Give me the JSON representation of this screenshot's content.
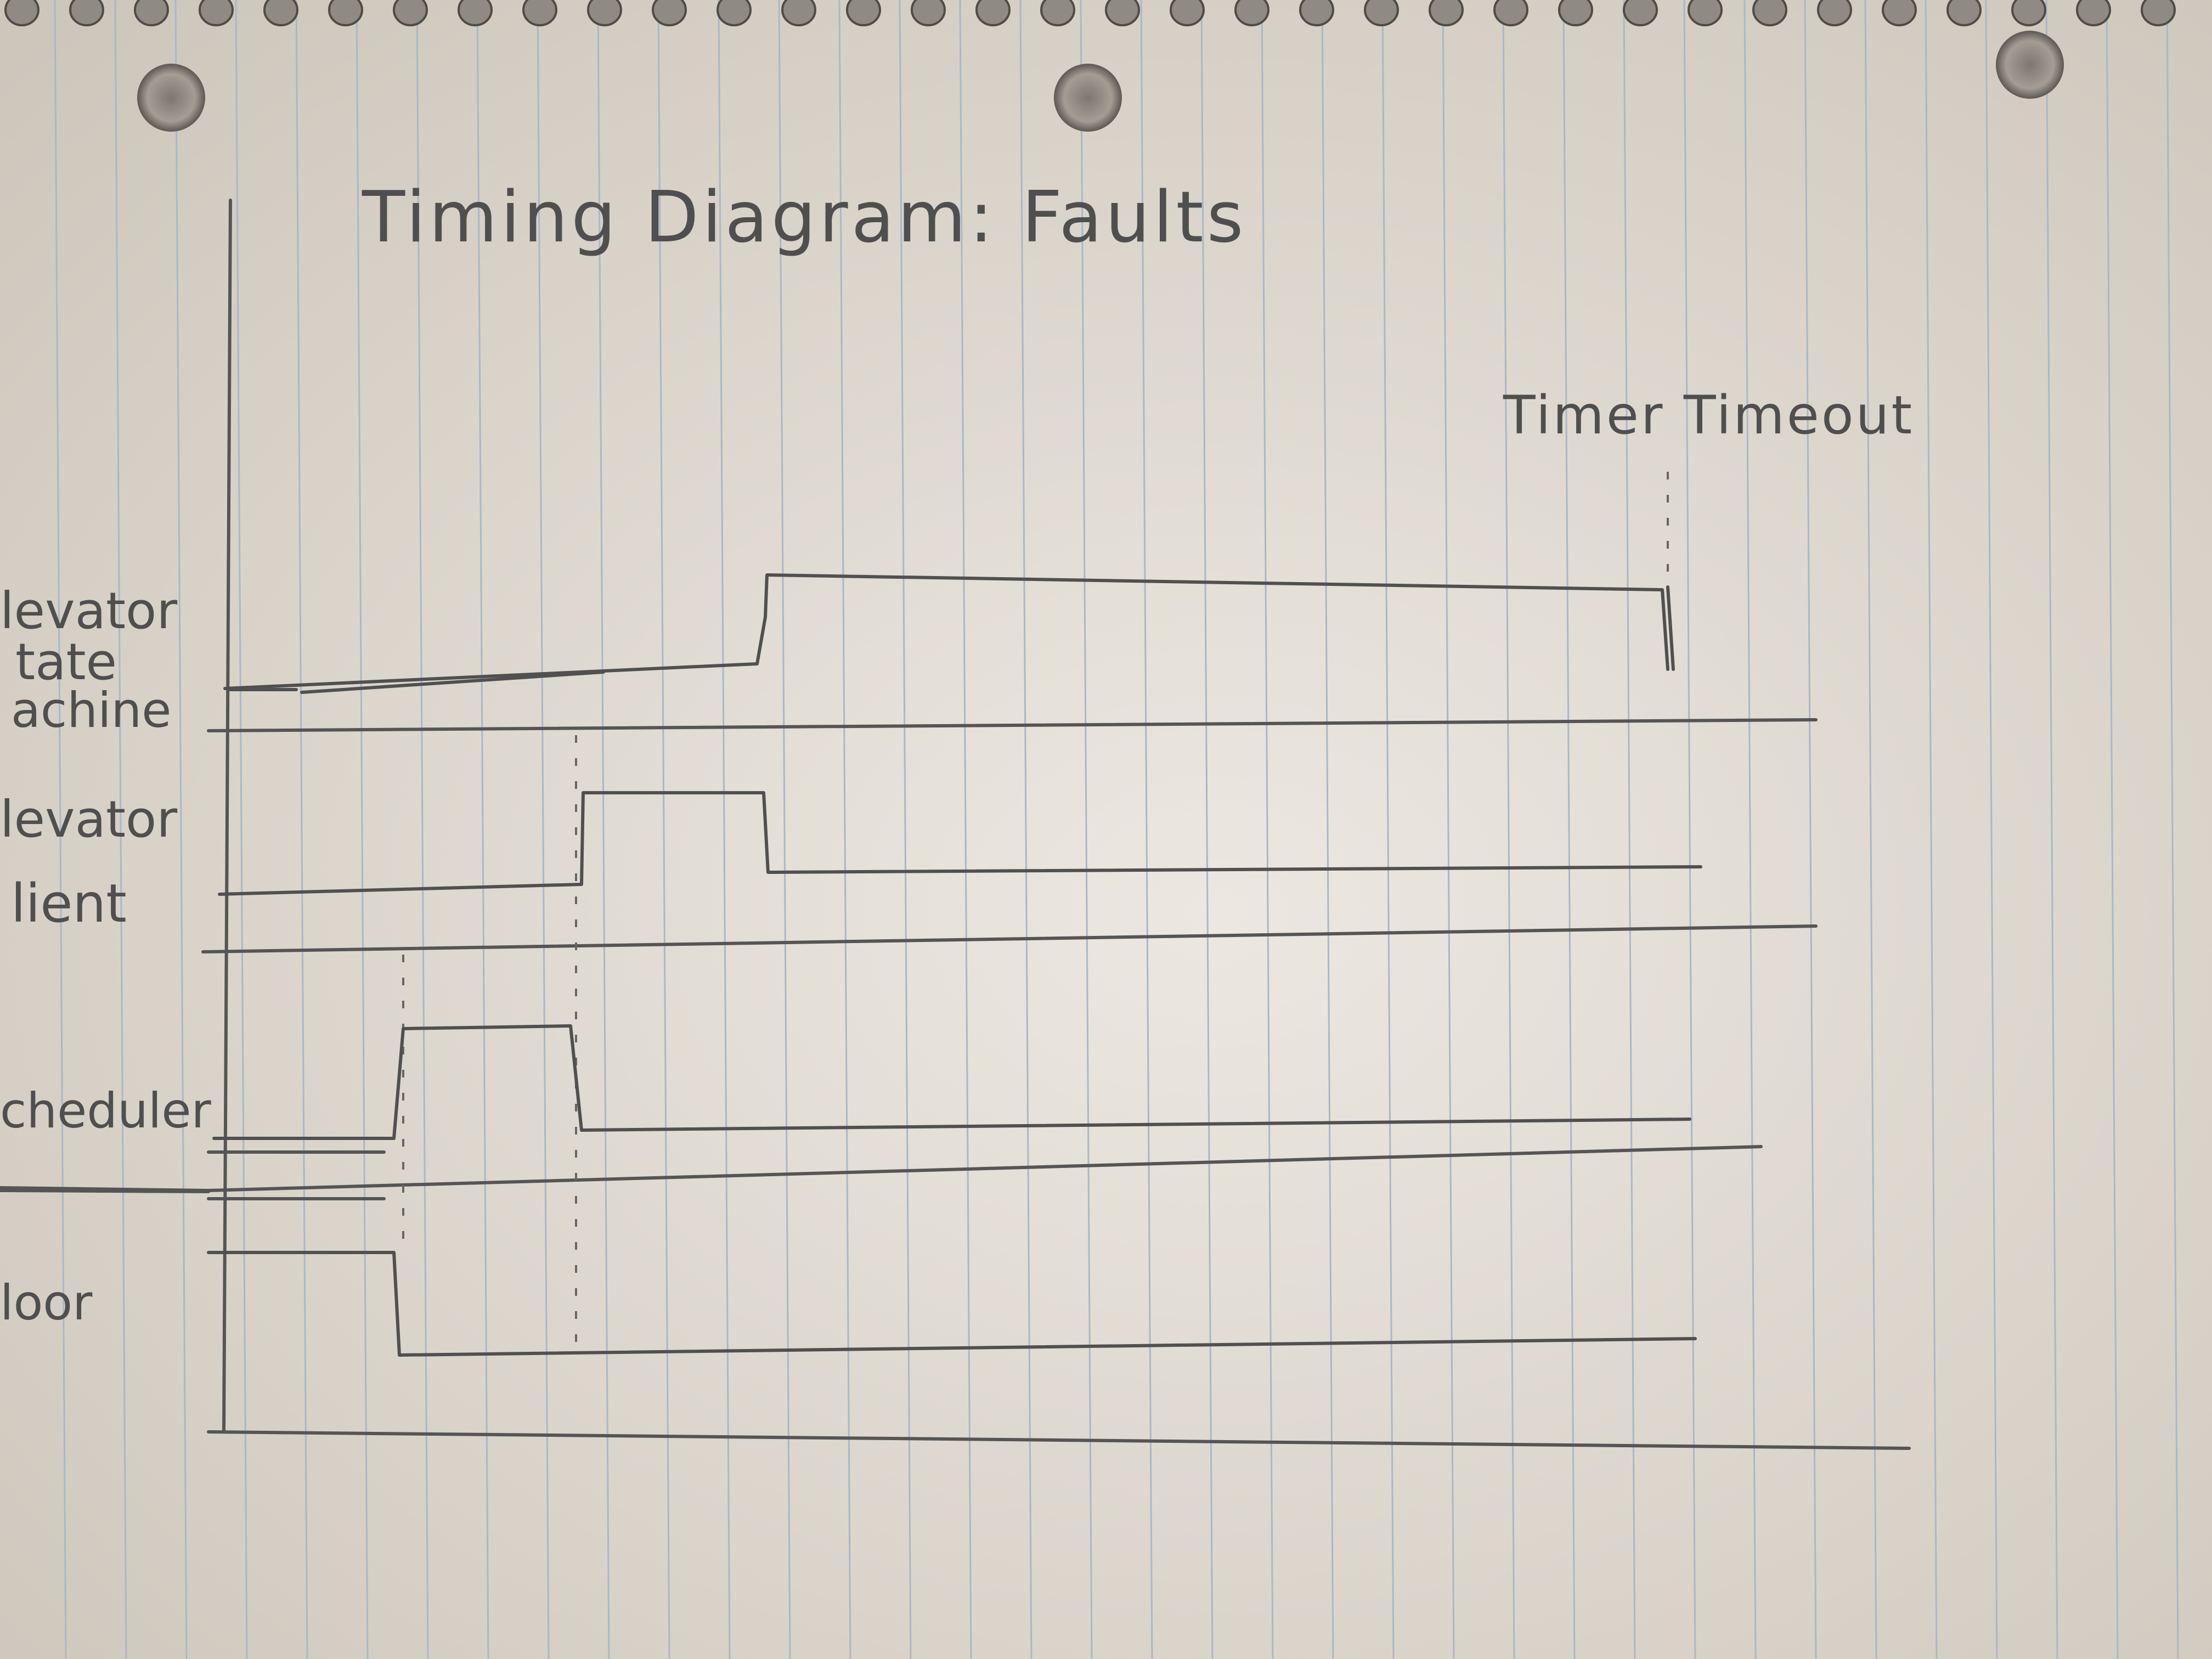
{
  "diagram": {
    "title": "Timing Diagram: Faults",
    "event_label": "Timer Timeout",
    "rows": [
      {
        "label_lines": [
          "levator",
          "tate",
          "achine"
        ]
      },
      {
        "label_lines": [
          "levator",
          "lient"
        ]
      },
      {
        "label_lines": [
          "cheduler"
        ]
      },
      {
        "label_lines": [
          "loor"
        ]
      }
    ]
  },
  "paper": {
    "background": "#e4dfd6",
    "rule_color": "#a9b8c9",
    "ink_color": "#505050",
    "ring_color": "#8f8a83"
  }
}
